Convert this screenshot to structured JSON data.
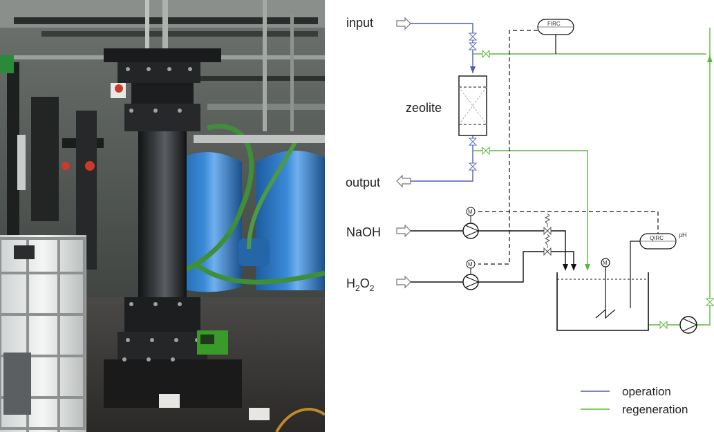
{
  "diagram": {
    "labels": {
      "input": "input",
      "output": "output",
      "zeolite": "zeolite",
      "naoh": "NaOH",
      "h2o2_main": "H",
      "h2o2_sub1": "2",
      "h2o2_o": "O",
      "h2o2_sub2": "2",
      "firc": "FIRC",
      "qirc": "QIRC",
      "ph": "pH",
      "motor": "M"
    },
    "legend": {
      "operation": "operation",
      "regeneration": "regeneration"
    }
  },
  "colors": {
    "operation": "#4a5fb3",
    "regeneration": "#5db83a",
    "line": "#111111"
  }
}
